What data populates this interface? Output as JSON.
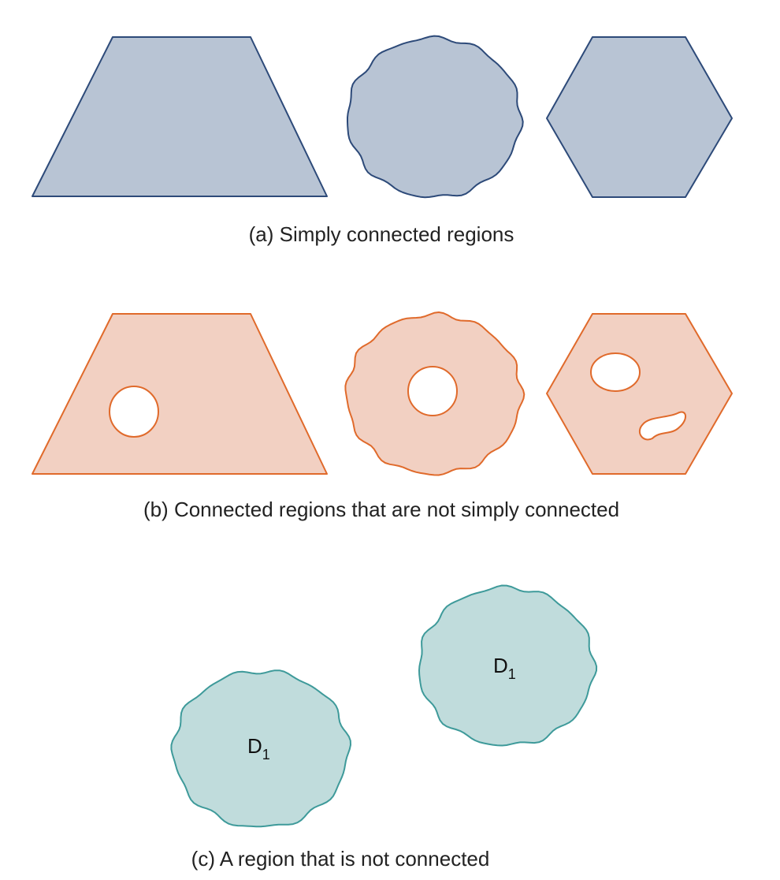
{
  "colors": {
    "simply_fill": "#b8c4d4",
    "simply_stroke": "#2d4a79",
    "holed_fill": "#f2d0c2",
    "holed_stroke": "#e06a2b",
    "disconnected_fill": "#c0dcdc",
    "disconnected_stroke": "#3e9a9a",
    "hole_fill": "#ffffff"
  },
  "captions": {
    "a": "(a) Simply connected regions",
    "b": "(b) Connected regions that are not simply connected",
    "c": "(c) A region that is not connected"
  },
  "regions_c": [
    {
      "label": "D",
      "subscript": "1"
    },
    {
      "label": "D",
      "subscript": "1"
    }
  ]
}
